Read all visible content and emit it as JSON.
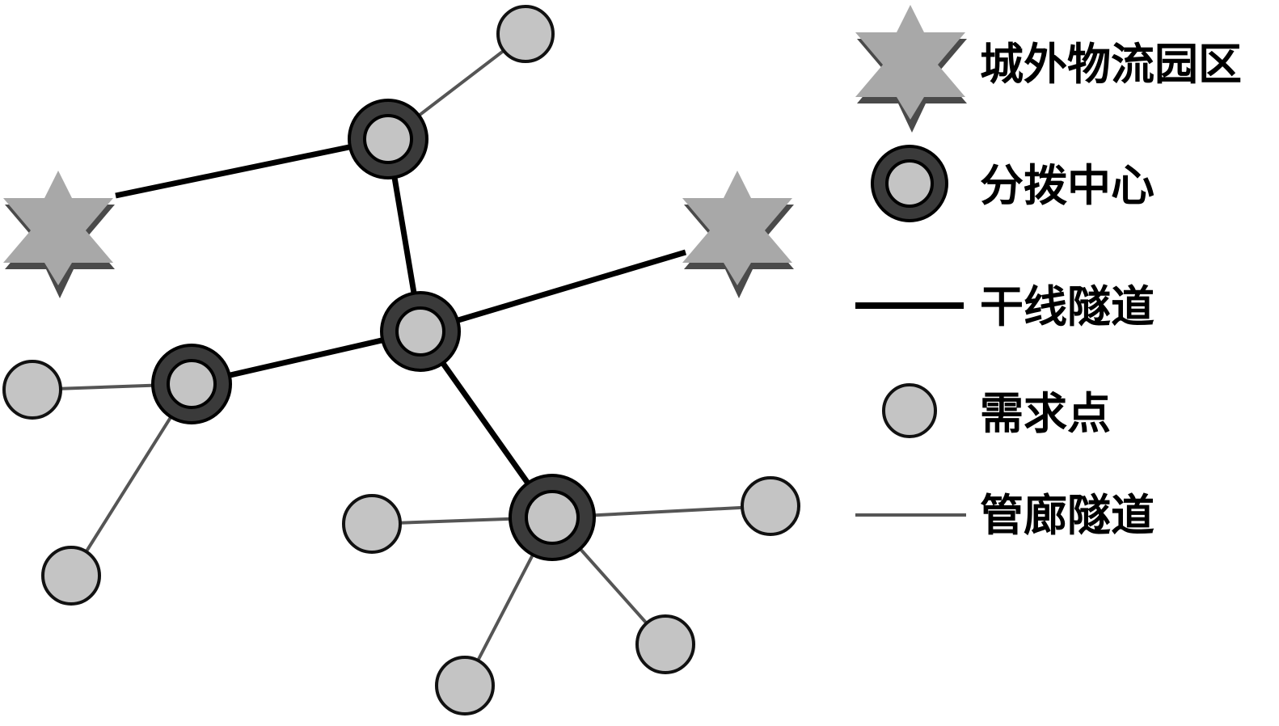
{
  "colors": {
    "node_fill": "#c4c4c4",
    "node_stroke": "#111111",
    "hub_ring": "#3a3a3a",
    "star_fill": "#a8a8a8",
    "star_shadow": "#4a4a4a",
    "trunk_line": "#000000",
    "gallery_line": "#555555",
    "background": "#ffffff"
  },
  "legend": {
    "logistics_park": "城外物流园区",
    "distribution_center": "分拨中心",
    "trunk_tunnel": "干线隧道",
    "demand_point": "需求点",
    "gallery_tunnel": "管廊隧道"
  },
  "icons": {
    "logistics_park": "six-point-star-icon",
    "distribution_center": "ring-circle-icon",
    "demand_point": "filled-circle-icon"
  }
}
